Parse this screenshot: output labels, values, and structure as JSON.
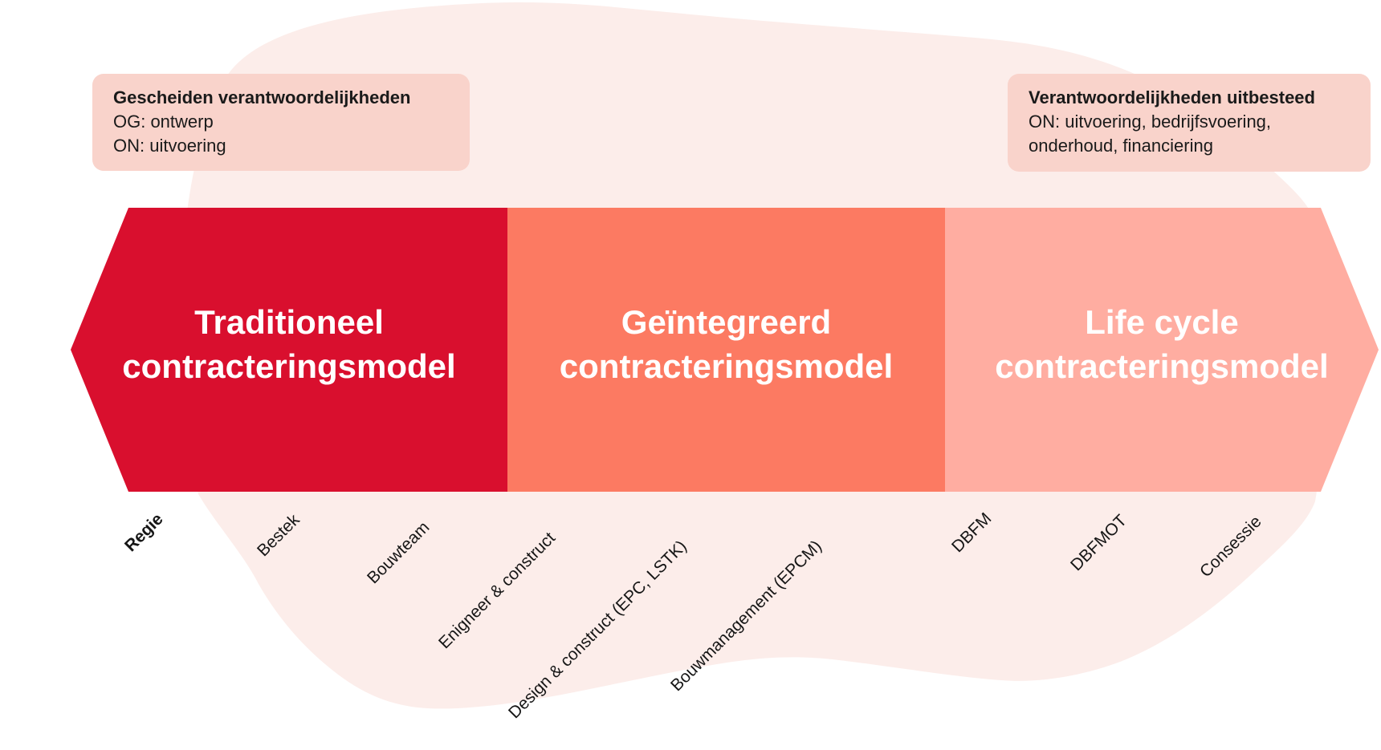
{
  "callout_left": {
    "title": "Gescheiden verantwoordelijkheden",
    "line1": "OG: ontwerp",
    "line2": "ON: uitvoering"
  },
  "callout_right": {
    "title": "Verantwoordelijkheden uitbesteed",
    "line1": "ON: uitvoering, bedrijfsvoering,",
    "line2": "onderhoud, financiering"
  },
  "sections": [
    {
      "line1": "Traditioneel",
      "line2": "contracteringsmodel",
      "color": "#d90f2e"
    },
    {
      "line1": "Geïntegreerd",
      "line2": "contracteringsmodel",
      "color": "#fc7a62"
    },
    {
      "line1": "Life cycle",
      "line2": "contracteringsmodel",
      "color": "#ffada1"
    }
  ],
  "bottom_labels": [
    {
      "text": "Regie"
    },
    {
      "text": "Bestek"
    },
    {
      "text": "Bouwteam"
    },
    {
      "text": "Enigneer & construct"
    },
    {
      "text": "Design & construct (EPC, LSTK)"
    },
    {
      "text": "Bouwmanagement (EPCM)"
    },
    {
      "text": "DBFM"
    },
    {
      "text": "DBFMOT"
    },
    {
      "text": "Consessie"
    }
  ],
  "colors": {
    "background_blob": "#fcedea",
    "callout_box": "#f9d3cb",
    "section_red": "#d90f2e",
    "section_orange": "#fc7a62",
    "section_salmon": "#ffada1",
    "header_text": "#ffffff",
    "label_text": "#161616"
  }
}
